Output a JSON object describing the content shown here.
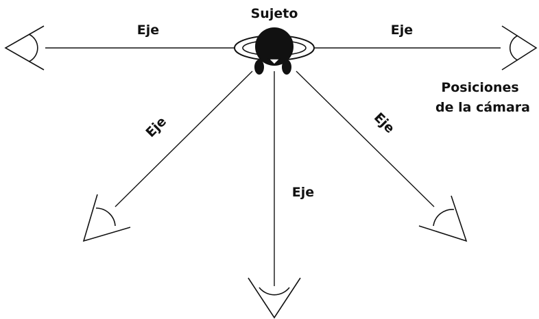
{
  "diagram": {
    "subject_label": "Sujeto",
    "axis_label": "Eje",
    "camera_positions_label": {
      "line1": "Posiciones",
      "line2": "de la cámara"
    },
    "camera_positions": [
      "left",
      "lower-left",
      "bottom",
      "lower-right",
      "right"
    ]
  }
}
